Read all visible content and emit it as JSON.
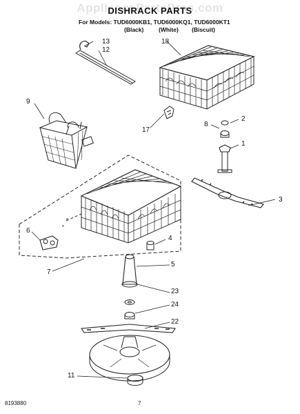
{
  "watermark": "AppliancePartsPros.com",
  "title": "DISHRACK PARTS",
  "models_line": "For Models: TUD6000KB1, TUD6000KQ1, TUD6000KT1",
  "variants": [
    "(Black)",
    "(White)",
    "(Biscuit)"
  ],
  "callouts": [
    "13",
    "12",
    "18",
    "9",
    "17",
    "8",
    "2",
    "1",
    "3",
    "6",
    "4",
    "7",
    "5",
    "23",
    "24",
    "22",
    "11"
  ],
  "footer": {
    "doc_number": "8193880",
    "page": "7"
  }
}
